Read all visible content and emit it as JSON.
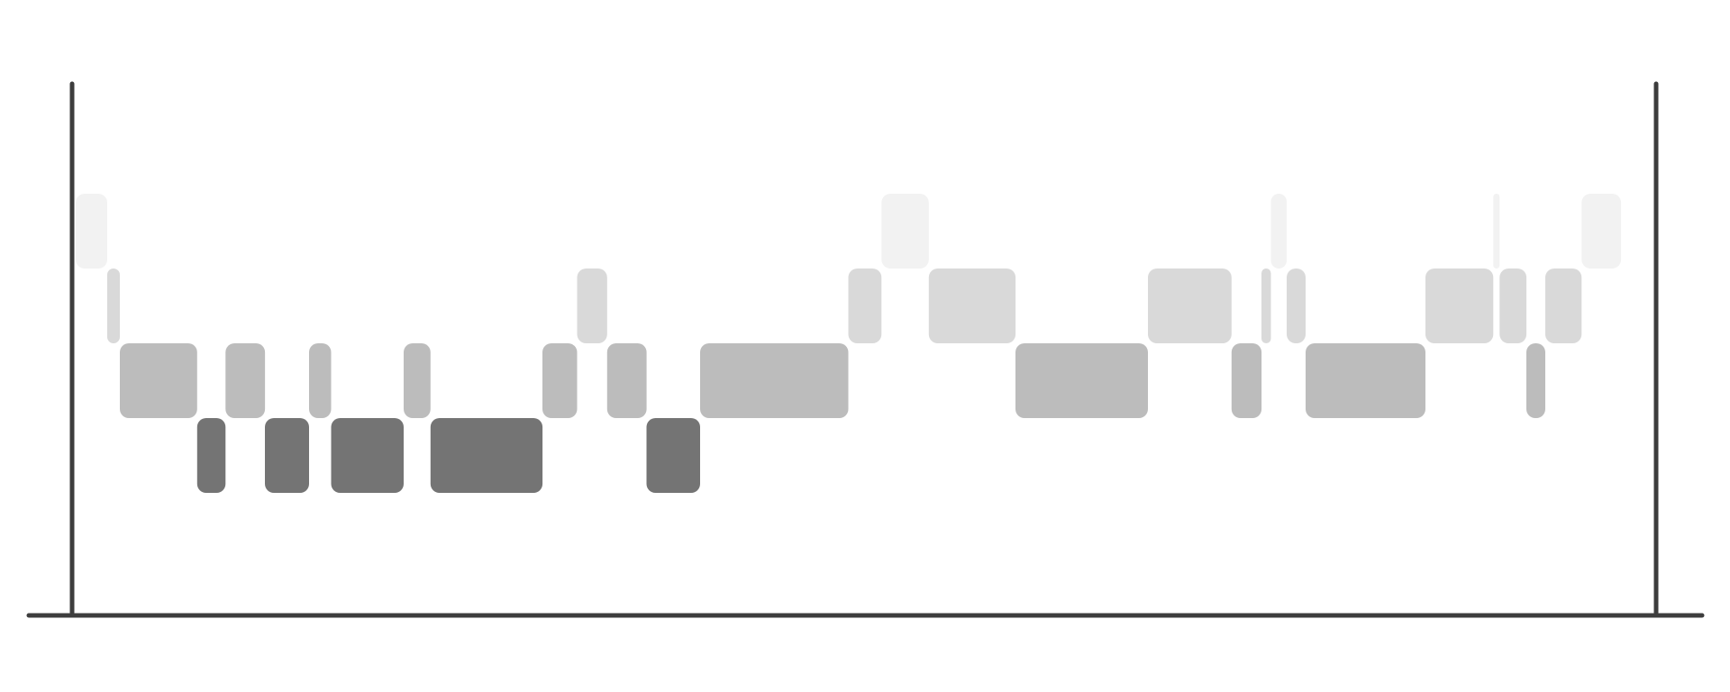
{
  "chart_data": {
    "type": "hypnogram",
    "title": "",
    "xlabel": "",
    "ylabel": "",
    "grid": false,
    "legend": "none",
    "levels": [
      {
        "level": 0,
        "color": "#f2f2f2"
      },
      {
        "level": 1,
        "color": "#d9d9d9"
      },
      {
        "level": 2,
        "color": "#bcbcbc"
      },
      {
        "level": 3,
        "color": "#747474"
      }
    ],
    "xlim": [
      0,
      1000
    ],
    "segments": [
      {
        "start": 0,
        "end": 20,
        "level": 0
      },
      {
        "start": 20,
        "end": 28,
        "level": 1
      },
      {
        "start": 28,
        "end": 77,
        "level": 2
      },
      {
        "start": 77,
        "end": 95,
        "level": 3
      },
      {
        "start": 95,
        "end": 120,
        "level": 2
      },
      {
        "start": 120,
        "end": 148,
        "level": 3
      },
      {
        "start": 148,
        "end": 162,
        "level": 2
      },
      {
        "start": 162,
        "end": 208,
        "level": 3
      },
      {
        "start": 208,
        "end": 225,
        "level": 2
      },
      {
        "start": 225,
        "end": 296,
        "level": 3
      },
      {
        "start": 296,
        "end": 318,
        "level": 2
      },
      {
        "start": 318,
        "end": 337,
        "level": 1
      },
      {
        "start": 337,
        "end": 362,
        "level": 2
      },
      {
        "start": 362,
        "end": 396,
        "level": 3
      },
      {
        "start": 396,
        "end": 490,
        "level": 2
      },
      {
        "start": 490,
        "end": 511,
        "level": 1
      },
      {
        "start": 511,
        "end": 541,
        "level": 0
      },
      {
        "start": 541,
        "end": 596,
        "level": 1
      },
      {
        "start": 596,
        "end": 680,
        "level": 2
      },
      {
        "start": 680,
        "end": 733,
        "level": 1
      },
      {
        "start": 733,
        "end": 752,
        "level": 2
      },
      {
        "start": 752,
        "end": 758,
        "level": 1
      },
      {
        "start": 758,
        "end": 768,
        "level": 0
      },
      {
        "start": 768,
        "end": 780,
        "level": 1
      },
      {
        "start": 780,
        "end": 856,
        "level": 2
      },
      {
        "start": 856,
        "end": 899,
        "level": 1
      },
      {
        "start": 899,
        "end": 903,
        "level": 0
      },
      {
        "start": 903,
        "end": 920,
        "level": 1
      },
      {
        "start": 920,
        "end": 932,
        "level": 2
      },
      {
        "start": 932,
        "end": 955,
        "level": 1
      },
      {
        "start": 955,
        "end": 980,
        "level": 0
      }
    ]
  }
}
